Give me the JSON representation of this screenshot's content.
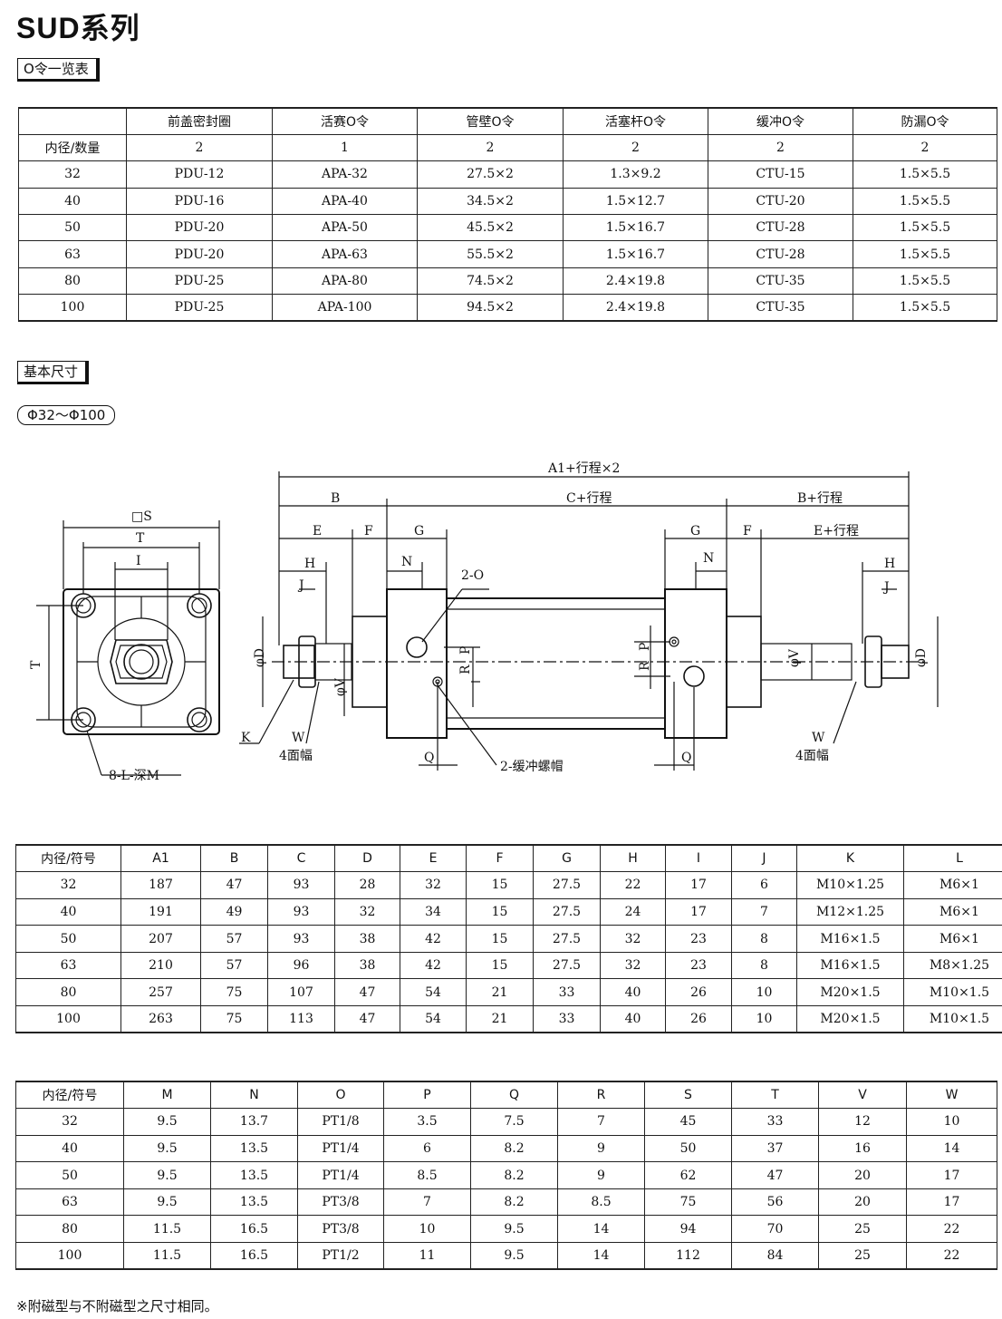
{
  "title": "SUD系列",
  "o_ring_section": {
    "label": "O令一览表",
    "header": [
      "",
      "前盖密封圈",
      "活赛O令",
      "管壁O令",
      "活塞杆O令",
      "缓冲O令",
      "防漏O令"
    ],
    "qty_row": [
      "内径/数量",
      "2",
      "1",
      "2",
      "2",
      "2",
      "2"
    ],
    "rows": [
      [
        "32",
        "PDU-12",
        "APA-32",
        "27.5×2",
        "1.3×9.2",
        "CTU-15",
        "1.5×5.5"
      ],
      [
        "40",
        "PDU-16",
        "APA-40",
        "34.5×2",
        "1.5×12.7",
        "CTU-20",
        "1.5×5.5"
      ],
      [
        "50",
        "PDU-20",
        "APA-50",
        "45.5×2",
        "1.5×16.7",
        "CTU-28",
        "1.5×5.5"
      ],
      [
        "63",
        "PDU-20",
        "APA-63",
        "55.5×2",
        "1.5×16.7",
        "CTU-28",
        "1.5×5.5"
      ],
      [
        "80",
        "PDU-25",
        "APA-80",
        "74.5×2",
        "2.4×19.8",
        "CTU-35",
        "1.5×5.5"
      ],
      [
        "100",
        "PDU-25",
        "APA-100",
        "94.5×2",
        "2.4×19.8",
        "CTU-35",
        "1.5×5.5"
      ]
    ]
  },
  "dimension_section": {
    "label": "基本尺寸",
    "range": "Φ32～Φ100"
  },
  "drawing_labels": {
    "S": "□S",
    "T": "T",
    "I": "I",
    "T_side": "T",
    "holes": "8-L-深M",
    "A1": "A1+行程×2",
    "B": "B",
    "C": "C+行程",
    "B2": "B+行程",
    "E": "E",
    "F": "F",
    "G": "G",
    "G2": "G",
    "F2": "F",
    "E2": "E+行程",
    "H": "H",
    "J": "J",
    "N": "N",
    "N2": "N",
    "H2": "H",
    "J2": "J",
    "port": "2-O",
    "D": "φD",
    "V": "φV",
    "V2": "φV",
    "D2": "φD",
    "P": "P",
    "R": "R",
    "P2": "P",
    "R2": "R",
    "K": "K",
    "W": "W",
    "wrench": "4面幅",
    "W2": "W",
    "wrench2": "4面幅",
    "Q": "Q",
    "Q2": "Q",
    "cushion": "2-缓冲螺帽"
  },
  "dim_table_1": {
    "header": [
      "内径/符号",
      "A1",
      "B",
      "C",
      "D",
      "E",
      "F",
      "G",
      "H",
      "I",
      "J",
      "K",
      "L"
    ],
    "rows": [
      [
        "32",
        "187",
        "47",
        "93",
        "28",
        "32",
        "15",
        "27.5",
        "22",
        "17",
        "6",
        "M10×1.25",
        "M6×1"
      ],
      [
        "40",
        "191",
        "49",
        "93",
        "32",
        "34",
        "15",
        "27.5",
        "24",
        "17",
        "7",
        "M12×1.25",
        "M6×1"
      ],
      [
        "50",
        "207",
        "57",
        "93",
        "38",
        "42",
        "15",
        "27.5",
        "32",
        "23",
        "8",
        "M16×1.5",
        "M6×1"
      ],
      [
        "63",
        "210",
        "57",
        "96",
        "38",
        "42",
        "15",
        "27.5",
        "32",
        "23",
        "8",
        "M16×1.5",
        "M8×1.25"
      ],
      [
        "80",
        "257",
        "75",
        "107",
        "47",
        "54",
        "21",
        "33",
        "40",
        "26",
        "10",
        "M20×1.5",
        "M10×1.5"
      ],
      [
        "100",
        "263",
        "75",
        "113",
        "47",
        "54",
        "21",
        "33",
        "40",
        "26",
        "10",
        "M20×1.5",
        "M10×1.5"
      ]
    ]
  },
  "dim_table_2": {
    "header": [
      "内径/符号",
      "M",
      "N",
      "O",
      "P",
      "Q",
      "R",
      "S",
      "T",
      "V",
      "W"
    ],
    "rows": [
      [
        "32",
        "9.5",
        "13.7",
        "PT1/8",
        "3.5",
        "7.5",
        "7",
        "45",
        "33",
        "12",
        "10"
      ],
      [
        "40",
        "9.5",
        "13.5",
        "PT1/4",
        "6",
        "8.2",
        "9",
        "50",
        "37",
        "16",
        "14"
      ],
      [
        "50",
        "9.5",
        "13.5",
        "PT1/4",
        "8.5",
        "8.2",
        "9",
        "62",
        "47",
        "20",
        "17"
      ],
      [
        "63",
        "9.5",
        "13.5",
        "PT3/8",
        "7",
        "8.2",
        "8.5",
        "75",
        "56",
        "20",
        "17"
      ],
      [
        "80",
        "11.5",
        "16.5",
        "PT3/8",
        "10",
        "9.5",
        "14",
        "94",
        "70",
        "25",
        "22"
      ],
      [
        "100",
        "11.5",
        "16.5",
        "PT1/2",
        "11",
        "9.5",
        "14",
        "112",
        "84",
        "25",
        "22"
      ]
    ]
  },
  "note": "※附磁型与不附磁型之尺寸相同。"
}
